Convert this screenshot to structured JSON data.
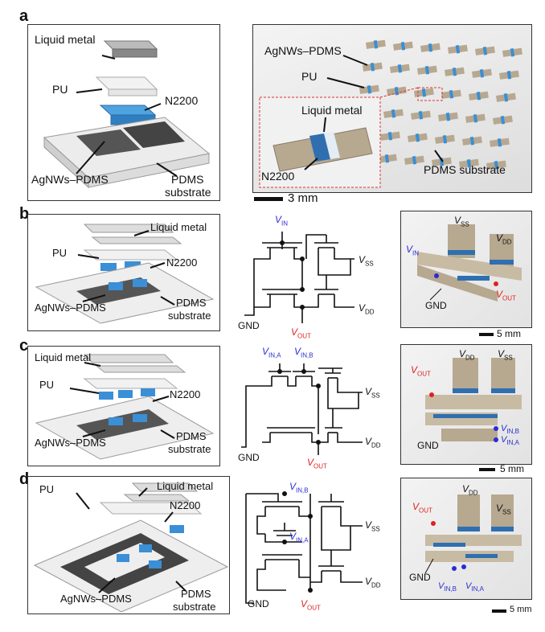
{
  "panels": {
    "a": {
      "letter": "a",
      "schematic_labels": {
        "liquid_metal": "Liquid metal",
        "pu": "PU",
        "n2200": "N2200",
        "agnws": "AgNWs–PDMS",
        "pdms1": "PDMS",
        "pdms2": "substrate"
      },
      "photo_labels": {
        "agnws": "AgNWs–PDMS",
        "pu": "PU",
        "liquid_metal": "Liquid metal",
        "n2200": "N2200",
        "pdms": "PDMS substrate"
      },
      "scale_bar": "3 mm"
    },
    "b": {
      "letter": "b",
      "schematic_labels": {
        "liquid_metal": "Liquid metal",
        "pu": "PU",
        "n2200": "N2200",
        "agnws": "AgNWs–PDMS",
        "pdms1": "PDMS",
        "pdms2": "substrate"
      },
      "circuit": {
        "vin": "V",
        "vin_sub": "IN",
        "vss": "V",
        "vss_sub": "SS",
        "vdd": "V",
        "vdd_sub": "DD",
        "gnd": "GND",
        "vout": "V",
        "vout_sub": "OUT"
      },
      "photo": {
        "vss": "V",
        "vss_sub": "SS",
        "vdd": "V",
        "vdd_sub": "DD",
        "vin": "V",
        "vin_sub": "IN",
        "vout": "V",
        "vout_sub": "OUT",
        "gnd": "GND"
      },
      "scale_bar": "5 mm"
    },
    "c": {
      "letter": "c",
      "schematic_labels": {
        "liquid_metal": "Liquid metal",
        "pu": "PU",
        "n2200": "N2200",
        "agnws": "AgNWs–PDMS",
        "pdms1": "PDMS",
        "pdms2": "substrate"
      },
      "circuit": {
        "vina": "V",
        "vina_sub": "IN,A",
        "vinb": "V",
        "vinb_sub": "IN,B",
        "vss": "V",
        "vss_sub": "SS",
        "vdd": "V",
        "vdd_sub": "DD",
        "gnd": "GND",
        "vout": "V",
        "vout_sub": "OUT"
      },
      "photo": {
        "vout": "V",
        "vout_sub": "OUT",
        "vdd": "V",
        "vdd_sub": "DD",
        "vss": "V",
        "vss_sub": "SS",
        "vinb": "V",
        "vinb_sub": "IN,B",
        "vina": "V",
        "vina_sub": "IN,A",
        "gnd": "GND"
      },
      "scale_bar": "5 mm"
    },
    "d": {
      "letter": "d",
      "schematic_labels": {
        "pu": "PU",
        "liquid_metal": "Liquid metal",
        "n2200": "N2200",
        "agnws": "AgNWs–PDMS",
        "pdms1": "PDMS",
        "pdms2": "substrate"
      },
      "circuit": {
        "vinb": "V",
        "vinb_sub": "IN,B",
        "vina": "V",
        "vina_sub": "IN,A",
        "vss": "V",
        "vss_sub": "SS",
        "vdd": "V",
        "vdd_sub": "DD",
        "gnd": "GND",
        "vout": "V",
        "vout_sub": "OUT"
      },
      "photo": {
        "vout": "V",
        "vout_sub": "OUT",
        "vdd": "V",
        "vdd_sub": "DD",
        "vss": "V",
        "vss_sub": "SS",
        "gnd": "GND",
        "vinb": "V",
        "vinb_sub": "IN,B",
        "vina": "V",
        "vina_sub": "IN,A"
      },
      "scale_bar": "5 mm"
    }
  },
  "colors": {
    "blue_label": "#2b2bd6",
    "red_label": "#e02020",
    "n2200": "#3a8fd6",
    "electrode": "#555555",
    "substrate": "#e8e8e8"
  }
}
